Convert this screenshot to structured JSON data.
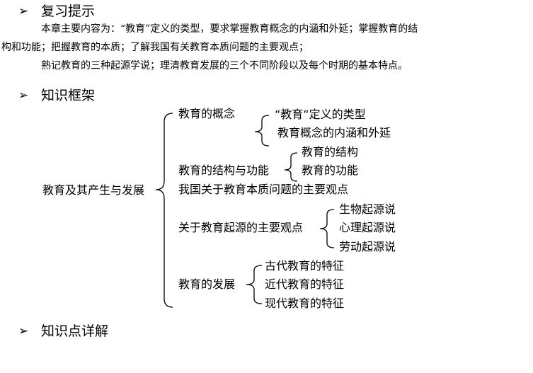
{
  "sections": {
    "review": {
      "bullet": "➢",
      "title": "复习提示",
      "lines": [
        "本章主要内容为：“教育”定义的类型，要求掌握教育概念的内涵和外延；掌握教育的结",
        "构和功能；把握教育的本质；了解我国有关教育本质问题的主要观点；",
        "熟记教育的三种起源学说；理清教育发展的三个不同阶段以及每个时期的基本特点。"
      ]
    },
    "framework": {
      "bullet": "➢",
      "title": "知识框架"
    },
    "details": {
      "bullet": "➢",
      "title": "知识点详解"
    }
  },
  "tree": {
    "root": "教育及其产生与发展",
    "concept": {
      "label": "教育的概念",
      "children": [
        "“教育“定义的类型",
        "教育概念的内涵和外延"
      ]
    },
    "structure": {
      "label": "教育的结构与功能",
      "children": [
        "教育的结构",
        "教育的功能"
      ]
    },
    "essence": {
      "label": "我国关于教育本质问题的主要观点"
    },
    "origin": {
      "label": "关于教育起源的主要观点",
      "children": [
        "生物起源说",
        "心理起源说",
        "劳动起源说"
      ]
    },
    "development": {
      "label": "教育的发展",
      "children": [
        "古代教育的特征",
        "近代教育的特征",
        "现代教育的特征"
      ]
    }
  }
}
